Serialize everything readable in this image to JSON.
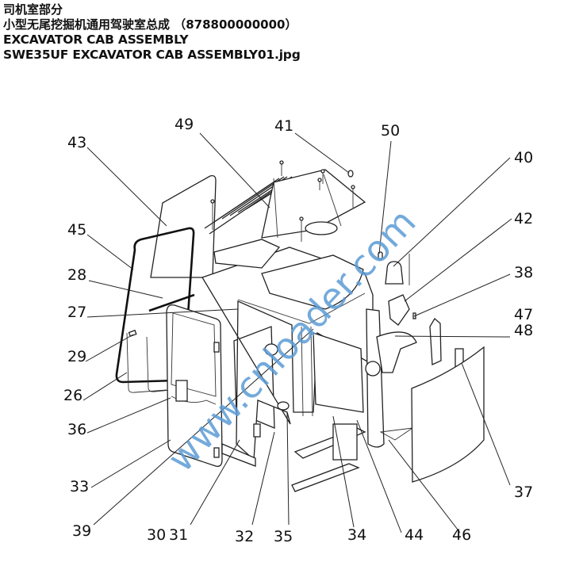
{
  "header": {
    "line1": "司机室部分",
    "line2": "小型无尾挖掘机通用驾驶室总成 （878800000000）",
    "line3": "EXCAVATOR CAB ASSEMBLY",
    "line4": "SWE35UF EXCAVATOR CAB ASSEMBLY01.jpg"
  },
  "diagram": {
    "subject": "excavator-cab-assembly-exploded-view",
    "watermark": "www.cnloader.com",
    "watermark_color": "#5b9bd5",
    "callouts": [
      {
        "id": "43",
        "label": "43"
      },
      {
        "id": "49",
        "label": "49"
      },
      {
        "id": "41",
        "label": "41"
      },
      {
        "id": "50",
        "label": "50"
      },
      {
        "id": "40",
        "label": "40"
      },
      {
        "id": "42",
        "label": "42"
      },
      {
        "id": "38",
        "label": "38"
      },
      {
        "id": "47",
        "label": "47"
      },
      {
        "id": "48",
        "label": "48"
      },
      {
        "id": "45",
        "label": "45"
      },
      {
        "id": "28",
        "label": "28"
      },
      {
        "id": "27",
        "label": "27"
      },
      {
        "id": "29",
        "label": "29"
      },
      {
        "id": "26",
        "label": "26"
      },
      {
        "id": "36",
        "label": "36"
      },
      {
        "id": "33",
        "label": "33"
      },
      {
        "id": "39",
        "label": "39"
      },
      {
        "id": "30",
        "label": "30"
      },
      {
        "id": "31",
        "label": "31"
      },
      {
        "id": "32",
        "label": "32"
      },
      {
        "id": "35",
        "label": "35"
      },
      {
        "id": "34",
        "label": "34"
      },
      {
        "id": "44",
        "label": "44"
      },
      {
        "id": "46",
        "label": "46"
      },
      {
        "id": "37",
        "label": "37"
      }
    ]
  }
}
